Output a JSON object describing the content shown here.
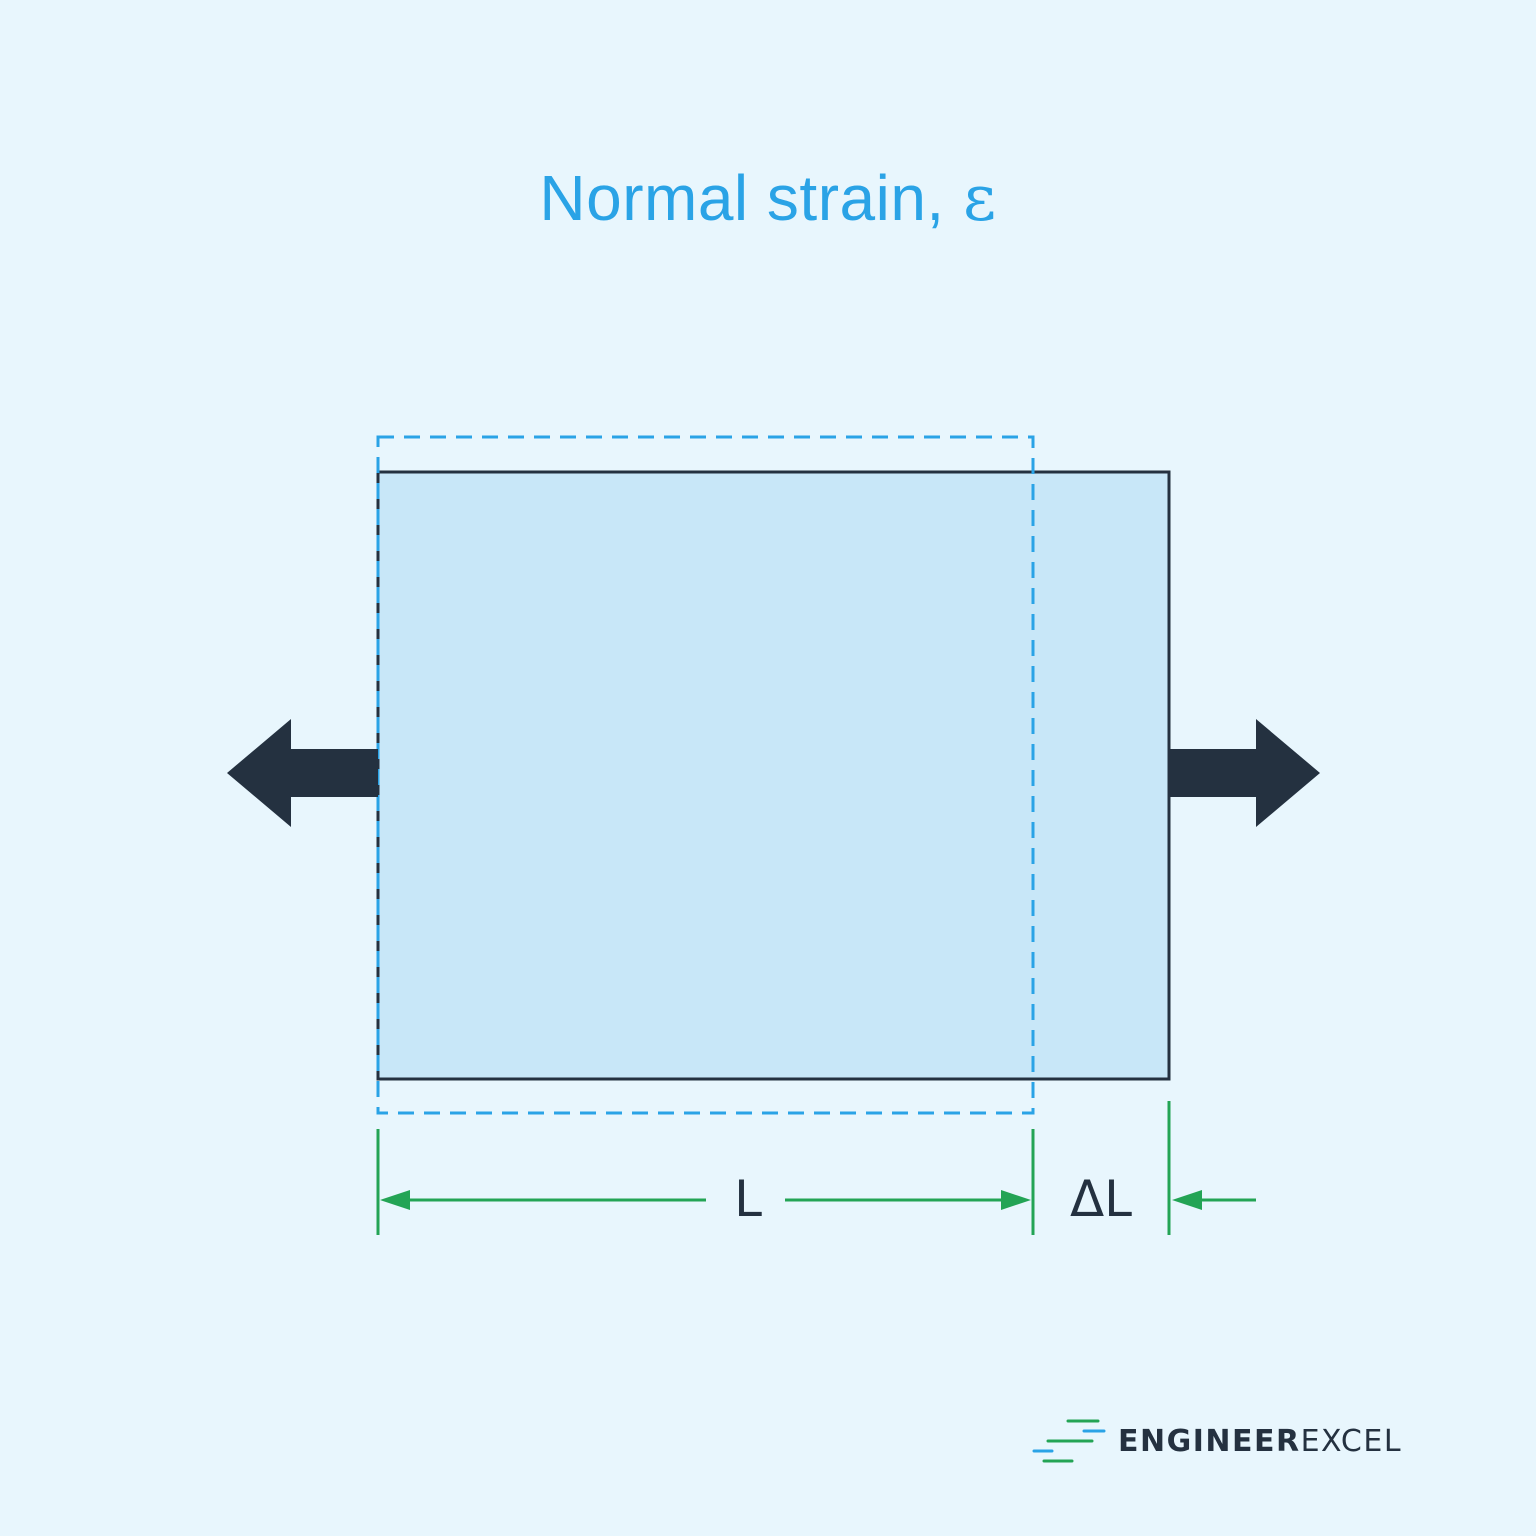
{
  "title": {
    "text": "Normal strain,",
    "symbol": "ε"
  },
  "dimensions": {
    "original_length_label": "L",
    "elongation_label": "ΔL"
  },
  "brand": {
    "name_part1": "ENGINEER",
    "name_part2": "EXCEL"
  },
  "colors": {
    "background": "#e8f6fd",
    "title": "#2aa3e6",
    "specimen_fill": "#c8e7f8",
    "specimen_outline": "#243140",
    "original_outline_dashed": "#2aa3e6",
    "dimension_lines": "#23a455",
    "force_arrows": "#243140"
  },
  "icons": {
    "left_force": "arrow-left-icon",
    "right_force": "arrow-right-icon",
    "logo": "engineerexcel-logo-icon"
  }
}
